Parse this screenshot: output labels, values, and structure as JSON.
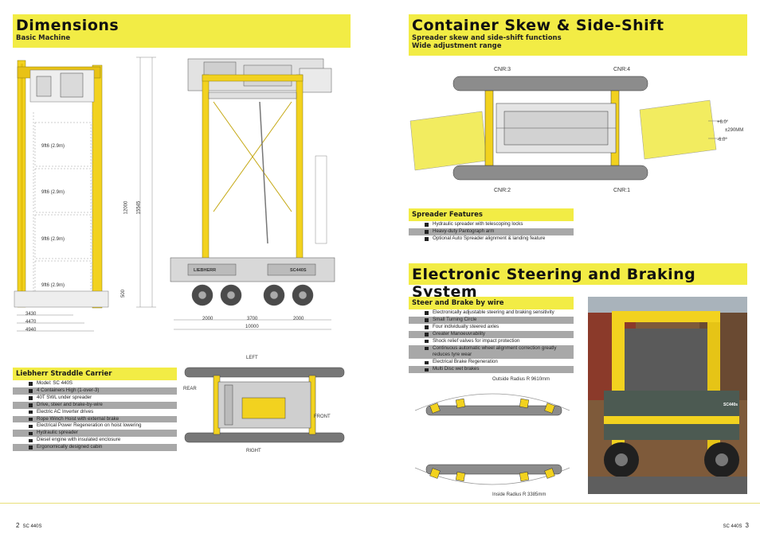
{
  "dimensions": {
    "title": "Dimensions",
    "subtitle": "Basic Machine",
    "side_dims": [
      "9ft6 (2.9m)",
      "9ft6 (2.9m)",
      "9ft6 (2.9m)",
      "9ft6 (2.9m)"
    ],
    "vertical_dims": [
      "12000",
      "15545",
      "500"
    ],
    "bottom_dims_left": [
      "3430",
      "4470",
      "4940"
    ],
    "bottom_dims_front": [
      "2000",
      "3700",
      "2000",
      "10000"
    ],
    "brand": "LIEBHERR",
    "model_tag": "SC440S"
  },
  "carrier": {
    "heading": "Liebherr Straddle Carrier",
    "items": [
      "Model: SC 440S",
      "4 Containers High (1-over-3)",
      "40T SWL under spreader",
      "Drive, steer and brake-by-wire",
      "Electric AC Inverter drives",
      "Rope Winch Hoist with external brake",
      "Electrical Power Regeneration on hoist lowering",
      "Hydraulic spreader",
      "Diesel engine with insulated enclosure",
      "Ergonomically designed cabin"
    ]
  },
  "topview": {
    "left": "LEFT",
    "right": "RIGHT",
    "rear": "REAR",
    "front": "FRONT"
  },
  "skew": {
    "title": "Container Skew & Side-Shift",
    "subtitle1": "Spreader skew and side-shift functions",
    "subtitle2": "Wide adjustment range",
    "corners": [
      "CNR:3",
      "CNR:4",
      "CNR:2",
      "CNR:1"
    ],
    "angles": [
      "+6.0°",
      "±290MM",
      "-6.0°"
    ]
  },
  "spreader": {
    "heading": "Spreader Features",
    "items": [
      "Hydraulic spreader with telescoping locks",
      "Heavy-duty Pantograph arm",
      "Optional Auto Spreader alignment & landing feature"
    ]
  },
  "steering": {
    "title": "Electronic Steering and Braking System",
    "heading": "Steer and Brake by wire",
    "items": [
      "Electronically adjustable steering and braking sensitivity",
      "Small Turning Circle",
      "Four individually steered axles",
      "Greater Manoeuvrability",
      "Shock relief valves for impact protection",
      "Continuous automatic wheel alignment correction greatly reduces tyre wear",
      "Electrical Brake Regeneration",
      "Multi Disc wet brakes"
    ],
    "outside_radius": "Outside Radius R 9610mm",
    "inside_radius": "Inside Radius R 3385mm"
  },
  "photo": {
    "badge": "SC440s"
  },
  "footer": {
    "left_page": "2",
    "left_model": "SC 440S",
    "right_model": "SC 440S",
    "right_page": "3"
  }
}
